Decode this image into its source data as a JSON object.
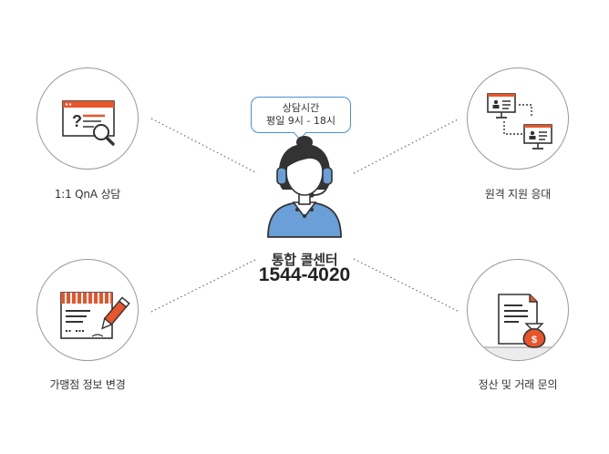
{
  "center": {
    "hours_title": "상담시간",
    "hours_detail": "평일 9시 - 18시",
    "title": "통합 콜센터",
    "phone": "1544-4020"
  },
  "services": [
    {
      "label": "1:1 QnA 상담",
      "icon": "question-search-icon"
    },
    {
      "label": "원격 지원 응대",
      "icon": "remote-monitors-icon"
    },
    {
      "label": "가맹점 정보 변경",
      "icon": "store-edit-icon"
    },
    {
      "label": "정산 및 거래 문의",
      "icon": "document-money-icon"
    }
  ],
  "colors": {
    "accent_orange": "#e8552a",
    "accent_blue": "#4a90d9",
    "agent_blue": "#6a9fd8",
    "outline": "#333333",
    "gray": "#9a9a9a"
  }
}
